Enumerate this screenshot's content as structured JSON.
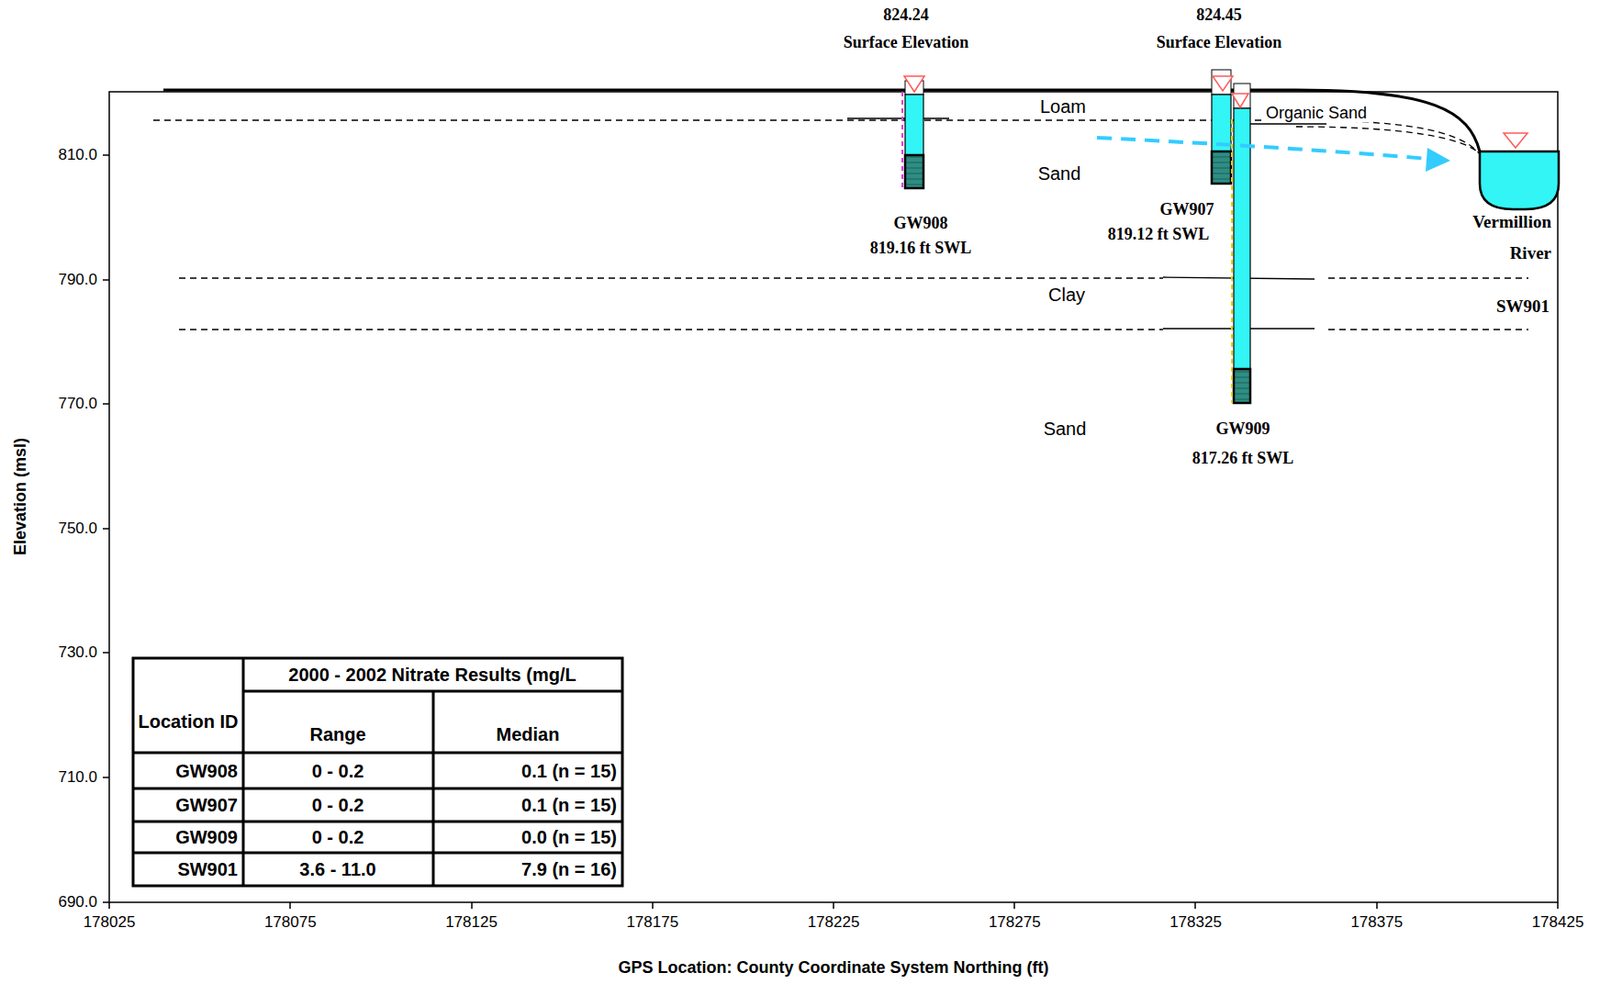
{
  "diagram": {
    "labels": [
      "824.24",
      "Surface Elevation",
      "824.45",
      "Surface Elevation",
      "Loam",
      "Organic Sand",
      "Sand",
      "Clay",
      "Sand",
      "GW908",
      "819.16 ft SWL",
      "GW907",
      "819.12 ft SWL",
      "GW909",
      "817.26 ft SWL",
      "Vermillion",
      "River",
      "SW901",
      "810.0",
      "790.0",
      "770.0",
      "750.0",
      "730.0",
      "710.0",
      "690.0",
      "178025",
      "178075",
      "178125",
      "178175",
      "178225",
      "178275",
      "178325",
      "178375",
      "178425",
      "Elevation (msl)",
      "GPS Location: County Coordinate System Northing (ft)",
      "2000 - 2002 Nitrate Results (mg/L",
      "Location ID",
      "Range",
      "Median",
      "GW908",
      "0 - 0.2",
      "0.1 (n = 15)",
      "GW907",
      "0 - 0.2",
      "0.1 (n = 15)",
      "GW909",
      "0 - 0.2",
      "0.0 (n = 15)",
      "SW901",
      "3.6 - 11.0",
      "7.9 (n = 16)"
    ]
  }
}
